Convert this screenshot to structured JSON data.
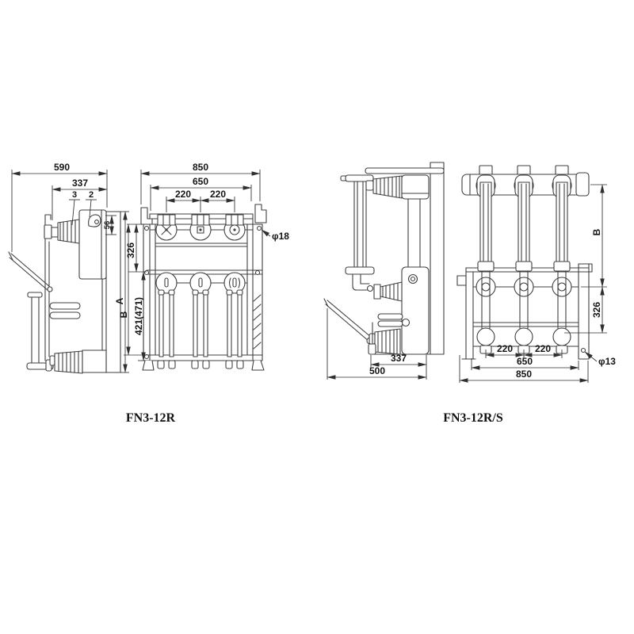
{
  "page": {
    "background": "#ffffff",
    "line_color": "#3f3f3f"
  },
  "drawings": [
    {
      "title": "FN3-12R",
      "dims": {
        "side_overall_width": "590",
        "side_inner_width": "337",
        "callout_3": "3",
        "callout_2": "2",
        "side_small_height": "56",
        "side_height": "A",
        "front_overall_width": "850",
        "front_inner_width": "650",
        "pole_pitch_left": "220",
        "pole_pitch_right": "220",
        "front_upper_height": "326",
        "front_height": "B",
        "front_lower_height": "421(471)",
        "mounting_hole": "φ18"
      }
    },
    {
      "title": "FN3-12R/S",
      "dims": {
        "front_height": "B",
        "front_lower_height": "326",
        "pole_pitch_left": "220",
        "pole_pitch_right": "220",
        "front_inner_width": "650",
        "front_overall_width": "850",
        "mounting_hole": "φ13",
        "side_inner_width": "337",
        "side_overall_width": "500"
      }
    }
  ]
}
